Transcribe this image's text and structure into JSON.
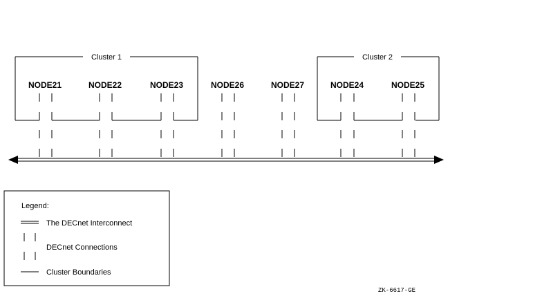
{
  "clusters": [
    {
      "id": "cluster-1",
      "label": "Cluster 1"
    },
    {
      "id": "cluster-2",
      "label": "Cluster 2"
    }
  ],
  "nodes": [
    {
      "id": "node21",
      "label": "NODE21"
    },
    {
      "id": "node22",
      "label": "NODE22"
    },
    {
      "id": "node23",
      "label": "NODE23"
    },
    {
      "id": "node26",
      "label": "NODE26"
    },
    {
      "id": "node27",
      "label": "NODE27"
    },
    {
      "id": "node24",
      "label": "NODE24"
    },
    {
      "id": "node25",
      "label": "NODE25"
    }
  ],
  "legend": {
    "title": "Legend:",
    "interconnect": "The DECnet Interconnect",
    "connections": "DECnet Connections",
    "boundaries": "Cluster Boundaries"
  },
  "figure_id": "ZK-6617-GE",
  "colors": {
    "line": "#000000",
    "background": "#ffffff"
  }
}
